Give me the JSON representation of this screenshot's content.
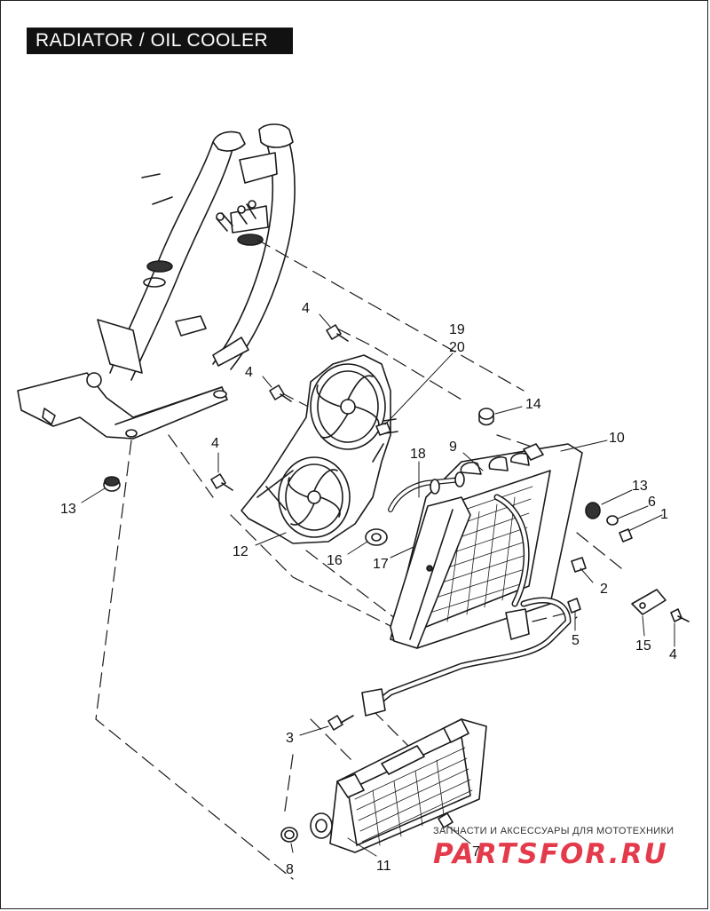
{
  "title": "RADIATOR / OIL COOLER",
  "callouts": {
    "c1": "1",
    "c2": "2",
    "c3": "3",
    "c4a": "4",
    "c4b": "4",
    "c4c": "4",
    "c4d": "4",
    "c5": "5",
    "c6": "6",
    "c7": "7",
    "c8": "8",
    "c9": "9",
    "c10": "10",
    "c11": "11",
    "c12": "12",
    "c13a": "13",
    "c13b": "13",
    "c14": "14",
    "c15": "15",
    "c16": "16",
    "c17": "17",
    "c18": "18",
    "c19": "19",
    "c20": "20"
  },
  "watermark": {
    "tagline": "ЗАПЧАСТИ И АКСЕССУАРЫ ДЛЯ МОТОТЕХНИКИ",
    "logo": "PARTSFOR.RU"
  },
  "colors": {
    "line": "#1a1a1a",
    "header_bg": "#111111",
    "watermark": "#e0192d"
  }
}
